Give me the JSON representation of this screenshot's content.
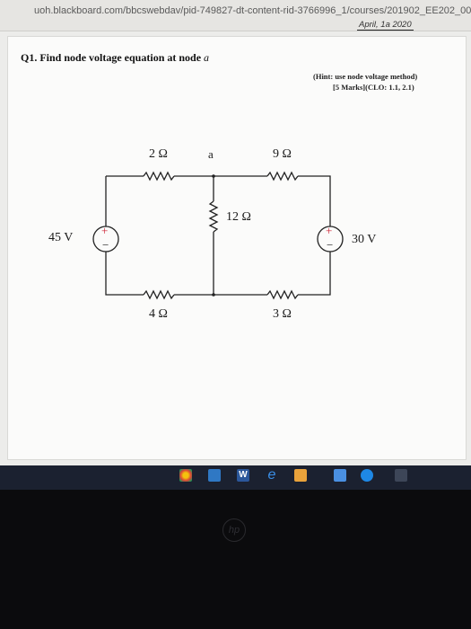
{
  "browser": {
    "url": "uoh.blackboard.com/bbcswebdav/pid-749827-dt-content-rid-3766996_1/courses/201902_EE202_00",
    "date_stamp": "April, 1a 2020"
  },
  "question": {
    "number": "Q1.",
    "text": "Find node voltage equation at node",
    "node": "a"
  },
  "hint": {
    "line1": "(Hint: use node voltage method)",
    "line2": "[5 Marks](CLO: 1.1, 2.1)"
  },
  "circuit": {
    "node_label": "a",
    "resistors": {
      "r_top_left": "2 Ω",
      "r_top_right": "9 Ω",
      "r_middle": "12 Ω",
      "r_bottom_left": "4 Ω",
      "r_bottom_right": "3 Ω"
    },
    "sources": {
      "left": "45 V",
      "right": "30 V",
      "plus": "+",
      "minus": "−"
    }
  },
  "taskbar": {
    "icons": [
      "chrome-icon",
      "mail-icon",
      "word-icon",
      "edge-icon",
      "store-icon",
      "photos-icon",
      "cortana-icon",
      "settings-icon"
    ],
    "word_letter": "W",
    "edge_letter": "e"
  },
  "bezel": {
    "logo": "hp"
  }
}
